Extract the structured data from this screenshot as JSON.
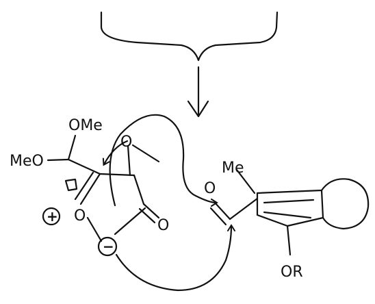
{
  "labels": {
    "ome": "OMe",
    "meo": "MeO",
    "me": "Me",
    "or": "OR",
    "o_epoxide": "O",
    "o_ring_ester": "O",
    "o_lactone_carbonyl": "O",
    "o_aryl_carbonyl": "O",
    "plus": "+",
    "minus": "−"
  },
  "ink_color": "#111111"
}
